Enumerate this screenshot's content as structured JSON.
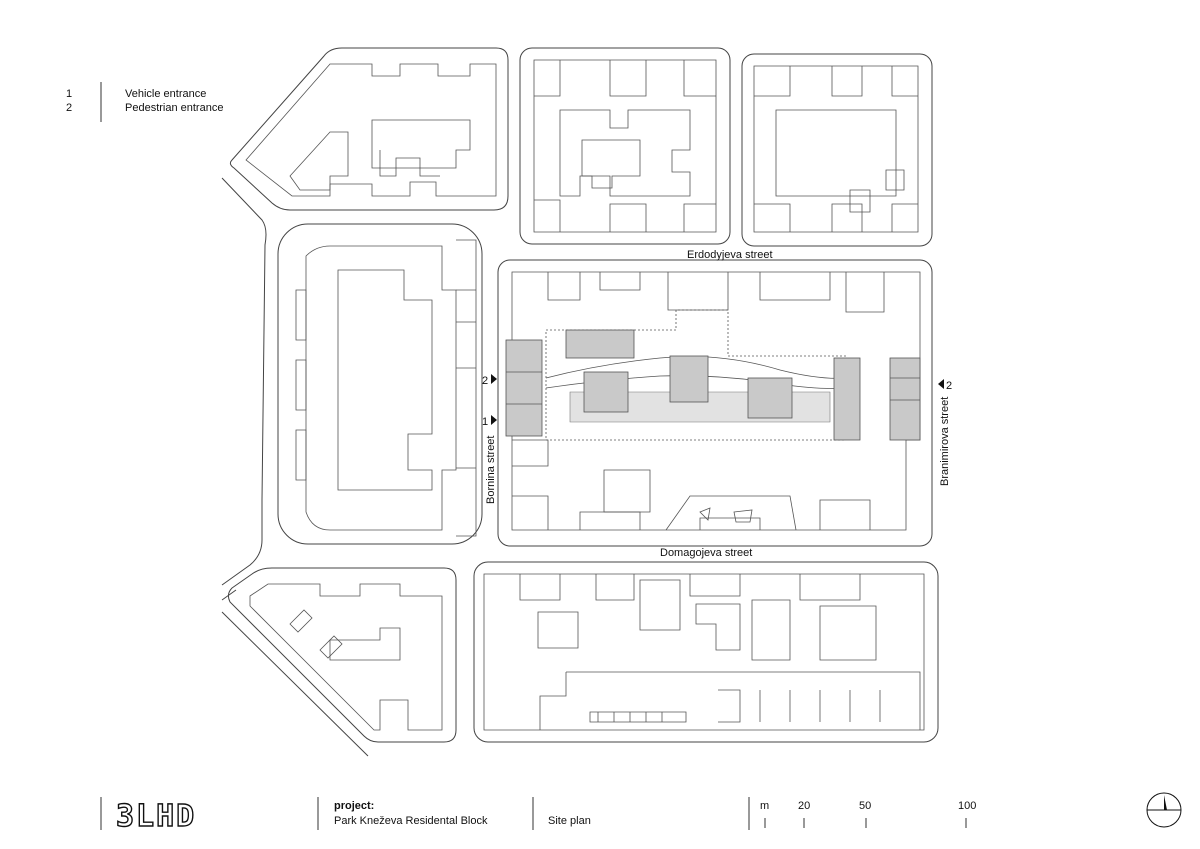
{
  "legend": [
    {
      "number": "1",
      "label": "Vehicle entrance"
    },
    {
      "number": "2",
      "label": "Pedestrian entrance"
    }
  ],
  "streets": {
    "north": "Erdodyjeva street",
    "south": "Domagojeva street",
    "west": "Bornina street",
    "east": "Branimirova street"
  },
  "entrance_markers": {
    "west_pedestrian": "2",
    "west_vehicle": "1",
    "east_pedestrian": "2"
  },
  "title_block": {
    "logo": "3LHD",
    "project_label": "project:",
    "project_name": "Park Kneževa Residental Block",
    "drawing": "Site plan",
    "scale_unit": "m",
    "scale_ticks": [
      "20",
      "50",
      "100"
    ]
  },
  "colors": {
    "line": "#444444",
    "building_fill": "#c9c9c9",
    "courtyard_fill": "#e2e2e2",
    "background": "#ffffff"
  },
  "icons": {
    "north_arrow": "north-arrow-icon",
    "entrance_marker": "triangle-marker-icon"
  }
}
